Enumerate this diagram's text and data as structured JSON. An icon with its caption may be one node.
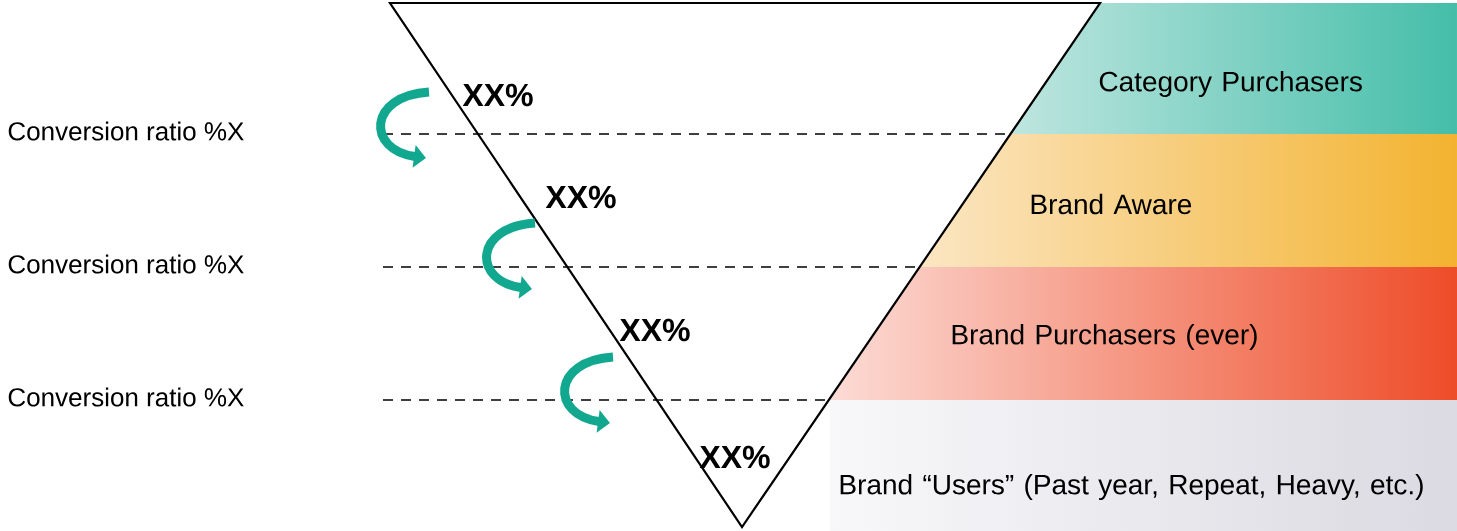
{
  "diagram": {
    "nodes": [
      {
        "text": [
          "Category Purchasers"
        ]
      },
      {
        "text": [
          "Brand Aware"
        ]
      },
      {
        "text": [
          "Brand Purchasers (ever)"
        ]
      },
      {
        "text": [
          "Brand “Users” (Past year, Repeat, Heavy, etc.)"
        ]
      }
    ],
    "labels": [
      "XX%",
      "Conversion ratio %X",
      "XX%",
      "Conversion ratio %X",
      "XX%",
      "Conversion ratio %X",
      "XX%"
    ]
  }
}
